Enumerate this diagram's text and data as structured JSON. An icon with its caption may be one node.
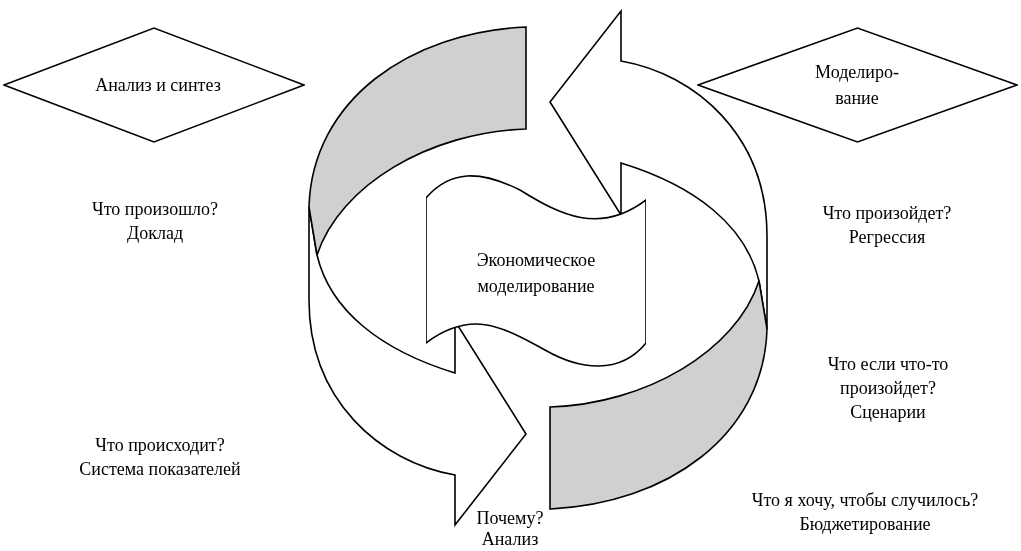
{
  "diagram": {
    "nodes": [
      {
        "text": [
          "Анализ и синтез"
        ]
      },
      {
        "text": [
          "Моделиро- вание"
        ]
      },
      {
        "text": [
          "Экономическое моделирование"
        ]
      }
    ],
    "labels": [
      "Что произошло?",
      "Доклад",
      "Что произойдет?",
      "Регрессия",
      "Что если что-то произойдет?",
      "Сценарии",
      "Что происходит?",
      "Система показателей",
      "Почему?",
      "Анализ",
      "Что я хочу, чтобы случилось?",
      "Бюджетирование"
    ]
  }
}
